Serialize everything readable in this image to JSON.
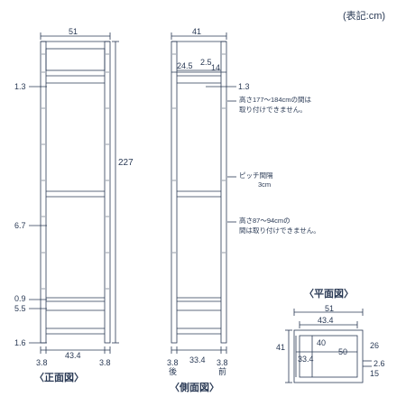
{
  "unit_note": "(表記:cm)",
  "front": {
    "caption": "〈正面図〉",
    "width_top": "51",
    "height_total": "227",
    "dim_a": "1.3",
    "dim_b": "6.7",
    "dim_c": "0.9",
    "dim_d": "5.5",
    "dim_e": "1.6",
    "post_left": "3.8",
    "inner_width": "43.4",
    "post_right": "3.8"
  },
  "side": {
    "caption": "〈側面図〉",
    "depth_top": "41",
    "d1": "24.5",
    "d2": "2.5",
    "d3": "14",
    "d4": "1.3",
    "note1_line1": "高さ177～184cmの間は",
    "note1_line2": "取り付けできません。",
    "pitch_line1": "ピッチ間隔",
    "pitch_line2": "3cm",
    "note2_line1": "高さ87～94cmの",
    "note2_line2": "間は取り付けできません。",
    "post_back": "3.8",
    "back_label": "後",
    "inner_depth": "33.4",
    "post_front": "3.8",
    "front_label": "前"
  },
  "plan": {
    "caption": "〈平面図〉",
    "width_outer": "51",
    "width_inner": "43.4",
    "depth_outer": "41",
    "depth_inner": "33.4",
    "shelf_depth": "40",
    "shelf_width": "50",
    "r1": "26",
    "r2": "2.6",
    "r3": "15"
  }
}
